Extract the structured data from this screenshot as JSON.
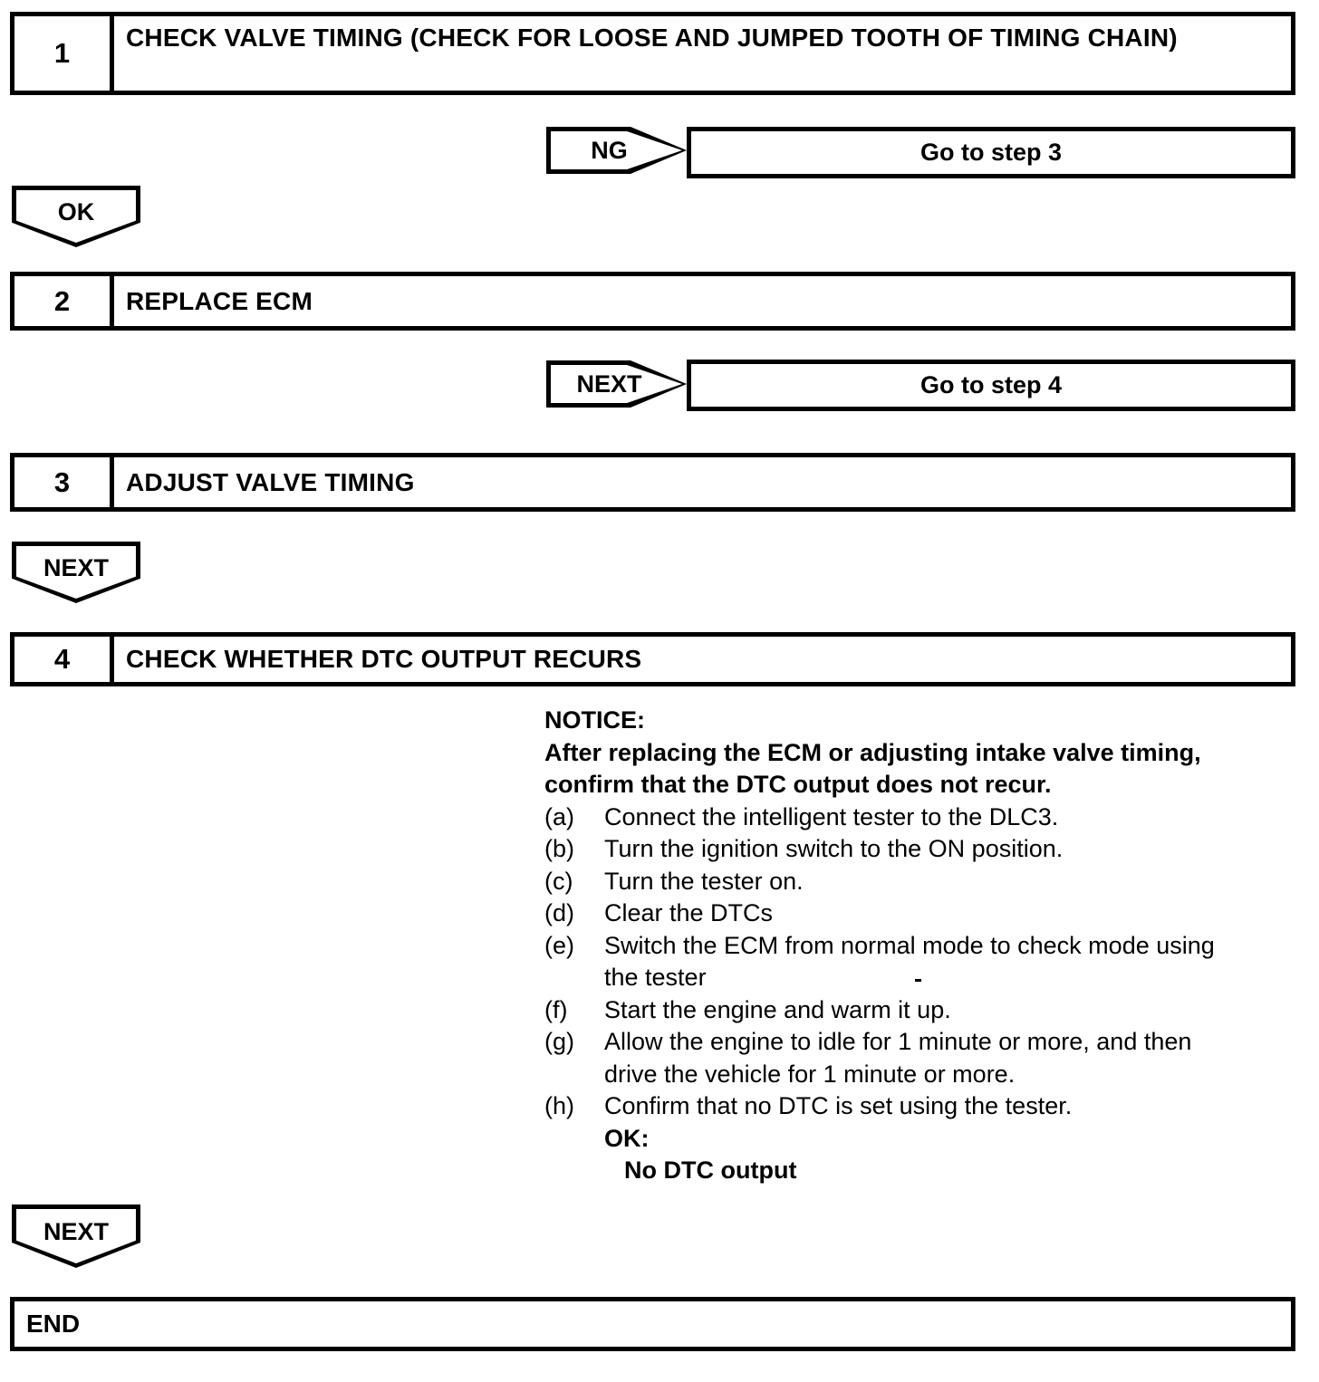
{
  "document": {
    "type": "diagnostic-flow-chart",
    "colors": {
      "ink": "#000000",
      "paper": "#ffffff"
    }
  },
  "steps": [
    {
      "number": "1",
      "title": "CHECK VALVE TIMING (CHECK FOR LOOSE AND JUMPED TOOTH OF TIMING CHAIN)"
    },
    {
      "number": "2",
      "title": "REPLACE ECM"
    },
    {
      "number": "3",
      "title": "ADJUST VALVE TIMING"
    },
    {
      "number": "4",
      "title": "CHECK WHETHER DTC OUTPUT RECURS"
    }
  ],
  "connectors": {
    "ng_1": "NG",
    "ok_1": "OK",
    "next_2": "NEXT",
    "next_3": "NEXT",
    "next_4": "NEXT"
  },
  "results": {
    "go_to_step_3": "Go to step 3",
    "go_to_step_4": "Go to step 4"
  },
  "notice": {
    "heading": "NOTICE:",
    "body_line1": "After replacing the ECM or adjusting intake valve timing,",
    "body_line2": "confirm that the DTC output does not recur.",
    "items": [
      {
        "marker": "(a)",
        "text": "Connect the intelligent tester to the DLC3."
      },
      {
        "marker": "(b)",
        "text": "Turn the ignition switch to the ON position."
      },
      {
        "marker": "(c)",
        "text": "Turn the tester on."
      },
      {
        "marker": "(d)",
        "text": "Clear the DTCs"
      },
      {
        "marker": "(e)",
        "text": "Switch the ECM from normal mode to check mode using"
      },
      {
        "marker": "",
        "text": "the tester"
      },
      {
        "marker": "(f)",
        "text": "Start the engine and warm it up."
      },
      {
        "marker": "(g)",
        "text": "Allow the engine to idle for 1 minute or more, and then"
      },
      {
        "marker": "",
        "text": "drive the vehicle for 1 minute or more."
      },
      {
        "marker": "(h)",
        "text": "Confirm that no DTC is set using the tester."
      }
    ],
    "ok_label": "OK:",
    "ok_value": "No DTC output"
  },
  "end": {
    "label": "END"
  }
}
